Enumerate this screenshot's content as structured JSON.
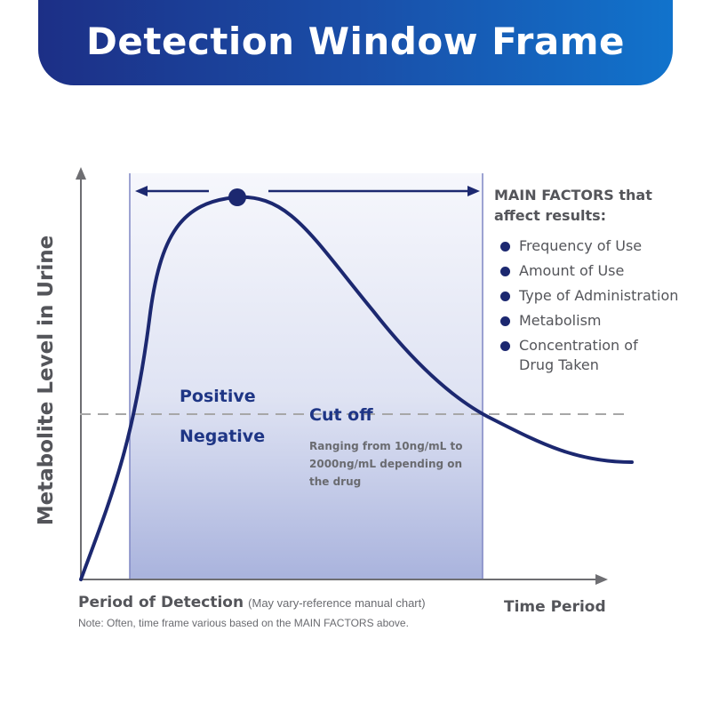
{
  "banner": {
    "title": "Detection Window Frame"
  },
  "factors": {
    "heading": "MAIN FACTORS that affect results:",
    "items": [
      "Frequency of Use",
      "Amount of Use",
      "Type of Administration",
      "Metabolism",
      "Concentration of Drug Taken"
    ]
  },
  "diagram": {
    "positive_label": "Positive",
    "negative_label": "Negative",
    "cutoff_label": "Cut off",
    "cutoff_description": "Ranging from 10ng/mL to 2000ng/mL depending on the drug",
    "y_axis_label": "Metabolite Level in Urine",
    "x_axis_label": "Time Period",
    "period_label": "Period of Detection",
    "period_note": "(May vary-reference manual chart)",
    "footnote": "Note: Often, time frame various based on the MAIN FACTORS above."
  },
  "colors": {
    "banner_start": "#1c2f86",
    "banner_end": "#1173cc",
    "curve": "#1c2870",
    "accent_text": "#1e3585",
    "gray_text": "#54555a",
    "axis": "#6e6e72",
    "window_border": "#7f86c4",
    "window_fill_top": "#f4f6fc",
    "window_fill_bottom": "#a9b3dd",
    "cutoff_line": "#a7a7a7"
  }
}
